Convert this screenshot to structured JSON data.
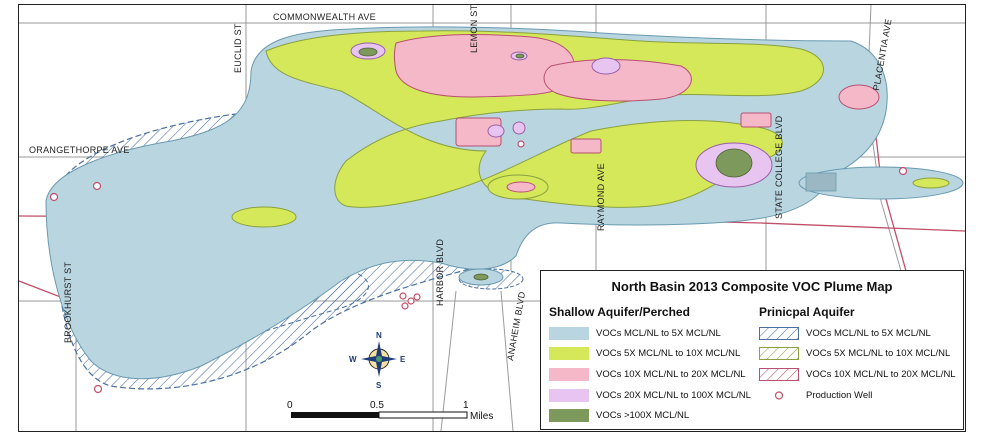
{
  "map": {
    "title": "North Basin 2013 Composite VOC Plume Map",
    "streets": {
      "commonwealth": "COMMONWEALTH AVE",
      "euclid": "EUCLID ST",
      "lemon": "LEMON ST",
      "placentia": "PLACENTIA AVE",
      "orangethorpe": "ORANGETHORPE AVE",
      "raymond": "RAYMOND AVE",
      "state_college": "STATE COLLEGE BLVD",
      "harbor": "HARBOR BLVD",
      "brookhurst": "BROOKHURST ST",
      "anaheim": "ANAHEIM BLVD"
    },
    "compass": {
      "n": "N",
      "s": "S",
      "e": "E",
      "w": "W"
    },
    "scale_bar": {
      "ticks": [
        "0",
        "0.5",
        "1"
      ],
      "unit": "Miles"
    }
  },
  "legend": {
    "shallow_heading": "Shallow Aquifer/Perched",
    "principal_heading": "Prinicpal Aquifer",
    "shallow": [
      {
        "label": "VOCs MCL/NL to 5X MCL/NL",
        "color": "#b8d5e0"
      },
      {
        "label": "VOCs 5X MCL/NL to 10X MCL/NL",
        "color": "#d4e85a"
      },
      {
        "label": "VOCs 10X MCL/NL to 20X MCL/NL",
        "color": "#f5b8c8"
      },
      {
        "label": "VOCs 20X MCL/NL to 100X MCL/NL",
        "color": "#e8c4f0"
      },
      {
        "label": "VOCs >100X MCL/NL",
        "color": "#7d9a5c"
      }
    ],
    "principal": [
      {
        "label": "VOCs MCL/NL to 5X MCL/NL",
        "color": "#4a6fa0"
      },
      {
        "label": "VOCs 5X MCL/NL to 10X MCL/NL",
        "color": "#8aa040"
      },
      {
        "label": "VOCs 10X MCL/NL to 20X MCL/NL",
        "color": "#b85070"
      }
    ],
    "production_well": "Production Well"
  }
}
